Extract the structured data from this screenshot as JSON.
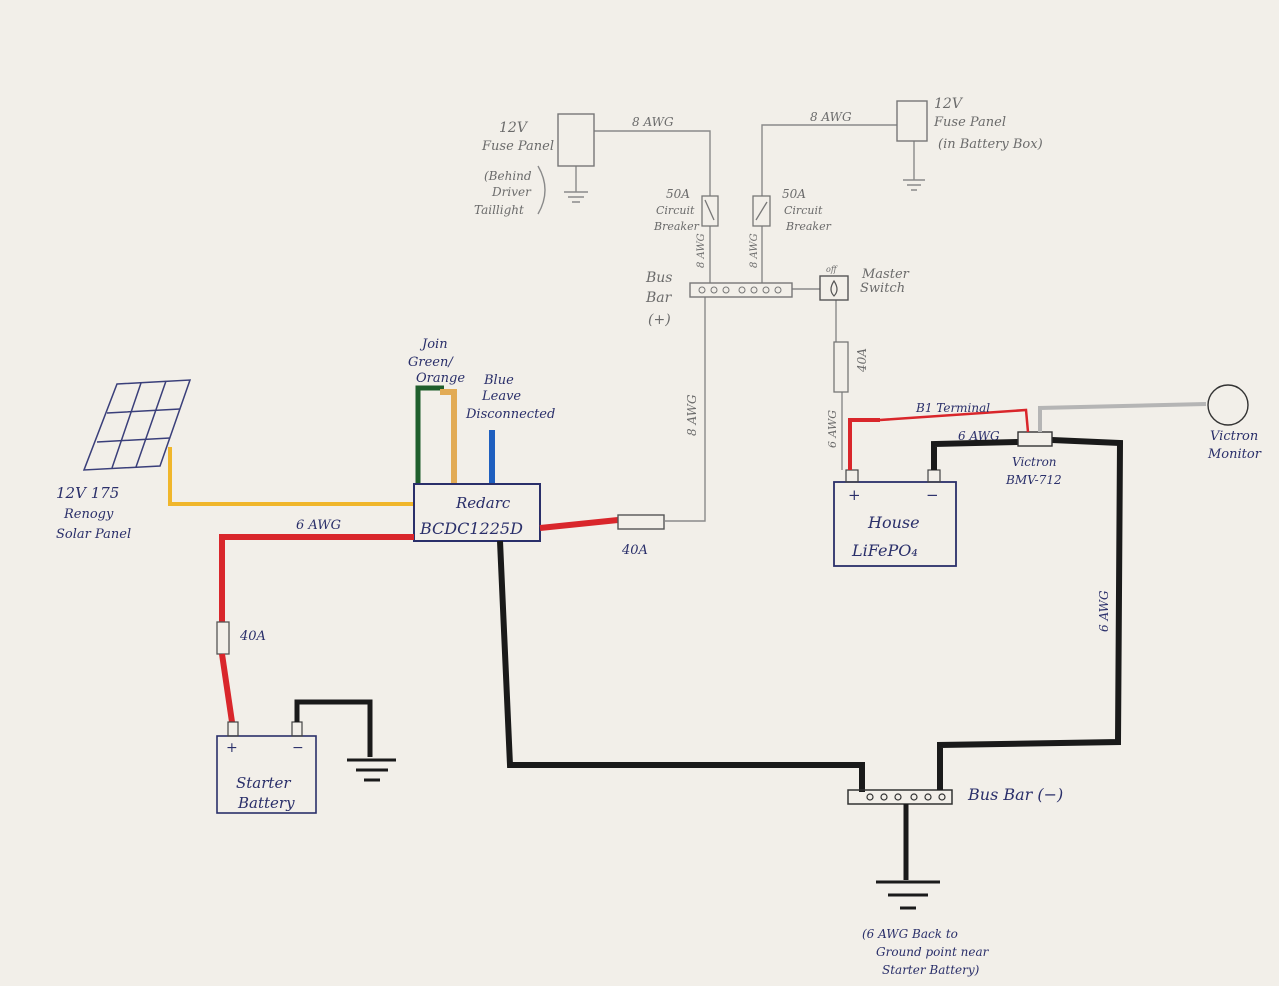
{
  "colors": {
    "paper": "#f2efe9",
    "pencil": "#8a8a8a",
    "ink_blue": "#2a2f6a",
    "red_wire": "#d9262b",
    "black_wire": "#1a1a1a",
    "green_wire": "#1f5e2c",
    "orange_wire": "#e2ab55",
    "blue_wire": "#1f5fbf",
    "yellow_wire": "#f0b62b",
    "gray_wire": "#b5b5b5"
  },
  "labels": {
    "fuse_panel_left_title": "12V",
    "fuse_panel_left_sub": "Fuse Panel",
    "fuse_panel_left_note_1": "(Behind",
    "fuse_panel_left_note_2": "Driver",
    "fuse_panel_left_note_3": "Taillight",
    "wire_8awg_left_top": "8 AWG",
    "wire_8awg_right_top": "8 AWG",
    "fuse_panel_right_title": "12V",
    "fuse_panel_right_sub": "Fuse Panel",
    "fuse_panel_right_note": "(in Battery Box)",
    "breaker_left_1": "50A",
    "breaker_left_2": "Circuit",
    "breaker_left_3": "Breaker",
    "breaker_right_1": "50A",
    "breaker_right_2": "Circuit",
    "breaker_right_3": "Breaker",
    "wire_8awg_breaker_left": "8 AWG",
    "wire_8awg_breaker_right": "8 AWG",
    "bus_bar_pos_1": "Bus",
    "bus_bar_pos_2": "Bar",
    "bus_bar_pos_3": "(+)",
    "master_switch_1": "Master",
    "master_switch_2": "Switch",
    "master_switch_off": "off",
    "fuse_40a_master": "40A",
    "wire_6awg_master": "6 AWG",
    "wire_8awg_vertical": "8 AWG",
    "join_1": "Join",
    "join_2": "Green/",
    "join_3": "Orange",
    "blue_1": "Blue",
    "blue_2": "Leave",
    "blue_3": "Disconnected",
    "solar_1": "12V 175",
    "solar_2": "Renogy",
    "solar_3": "Solar Panel",
    "redarc_1": "Redarc",
    "redarc_2": "BCDC1225D",
    "wire_6awg_red": "6 AWG",
    "fuse_40a_redarc": "40A",
    "b1_terminal": "B1 Terminal",
    "wire_6awg_black_top": "6 AWG",
    "victron_shunt_1": "Victron",
    "victron_shunt_2": "BMV-712",
    "victron_monitor_1": "Victron",
    "victron_monitor_2": "Monitor",
    "house_plus": "+",
    "house_minus": "−",
    "house_1": "House",
    "house_2": "LiFePO₄",
    "fuse_40a_starter": "40A",
    "starter_plus": "+",
    "starter_minus": "−",
    "starter_1": "Starter",
    "starter_2": "Battery",
    "wire_6awg_right_vertical": "6 AWG",
    "bus_bar_neg": "Bus Bar (−)",
    "ground_note_1": "(6 AWG Back to",
    "ground_note_2": "Ground point near",
    "ground_note_3": "Starter Battery)"
  }
}
